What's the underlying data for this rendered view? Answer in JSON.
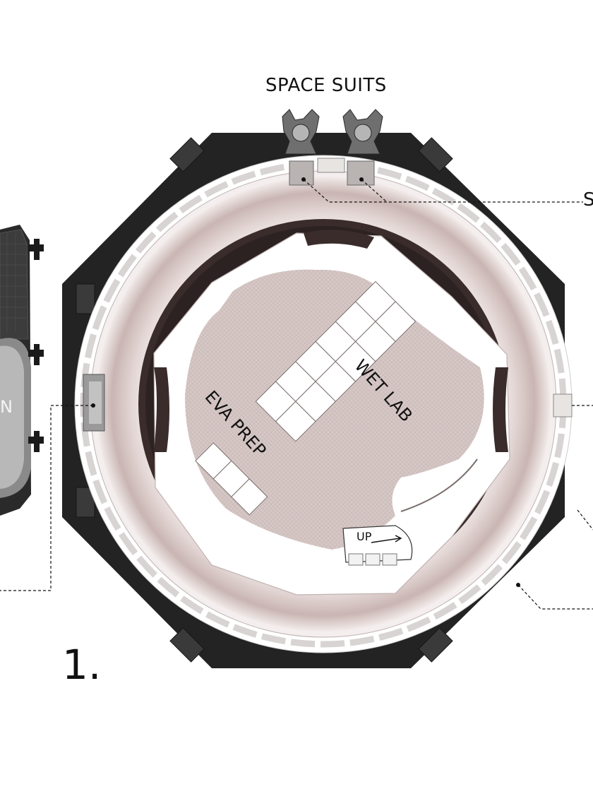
{
  "labels": {
    "space_suits": "SPACE SUITS",
    "cut_letter_right": "S",
    "cut_letter_left": "N",
    "wet_lab": "WET LAB",
    "eva_prep": "EVA PREP",
    "up": "UP",
    "figure_number": "1."
  },
  "colors": {
    "shell": "#222222",
    "floor": "#d8cac8",
    "white": "#ffffff",
    "dark_ring": "#3a2c2b",
    "ring_gradient": "#cdb9b7"
  },
  "icons": [
    "space-suit-icon",
    "arrow-up-icon",
    "docking-port-icon"
  ]
}
